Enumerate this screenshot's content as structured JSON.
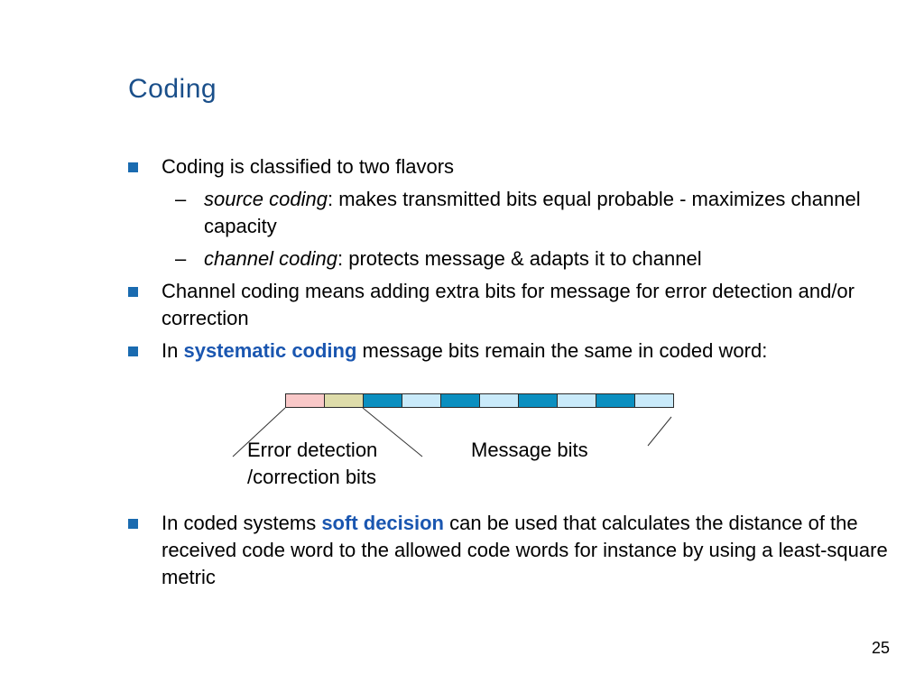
{
  "title": "Coding",
  "bullets": {
    "b1": "Coding is classified to two flavors",
    "sub1_term": "source coding",
    "sub1_rest": ": makes transmitted bits equal probable - maximizes channel capacity",
    "sub2_term": "channel coding",
    "sub2_rest": ": protects message & adapts it to channel",
    "b2": "Channel coding means adding extra bits for message for error detection and/or correction",
    "b3_pre": "In ",
    "b3_hl": "systematic coding",
    "b3_post": " message bits remain the same in coded word:",
    "b4_pre": "In coded systems ",
    "b4_hl": "soft decision",
    "b4_post": " can be used that calculates the distance of the received code word to the allowed code words for instance by using a least-square metric"
  },
  "diagram": {
    "error_label_line1": "Error detection",
    "error_label_line2": "/correction bits",
    "message_label": "Message bits",
    "cell_colors": [
      "#f9c8c8",
      "#dedcaa",
      "#0b8fc0",
      "#c9eafa",
      "#0b8fc0",
      "#c9eafa",
      "#0b8fc0",
      "#c9eafa",
      "#0b8fc0",
      "#c9eafa"
    ]
  },
  "page_number": "25",
  "colors": {
    "title": "#1a4f8a",
    "bullet_marker": "#1a6bb0",
    "highlight": "#1a56b0"
  }
}
